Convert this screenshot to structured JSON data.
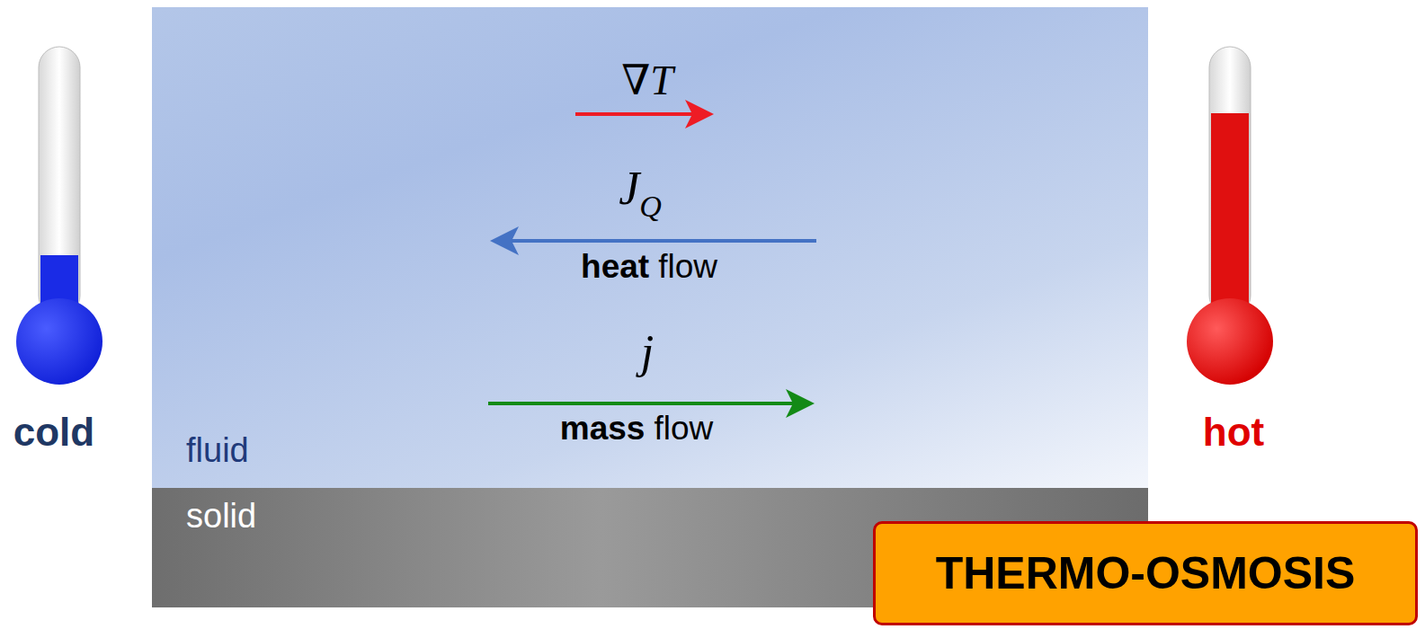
{
  "diagram": {
    "nodes": [
      {
        "text": [
          "fluid"
        ]
      },
      {
        "text": [
          "solid"
        ]
      },
      {
        "text": [
          "THERMO-OSMOSIS"
        ]
      }
    ],
    "labels": [
      "∇T",
      "J",
      "Q",
      "heat",
      "flow",
      "j",
      "mass",
      "flow",
      "cold",
      "hot"
    ]
  }
}
